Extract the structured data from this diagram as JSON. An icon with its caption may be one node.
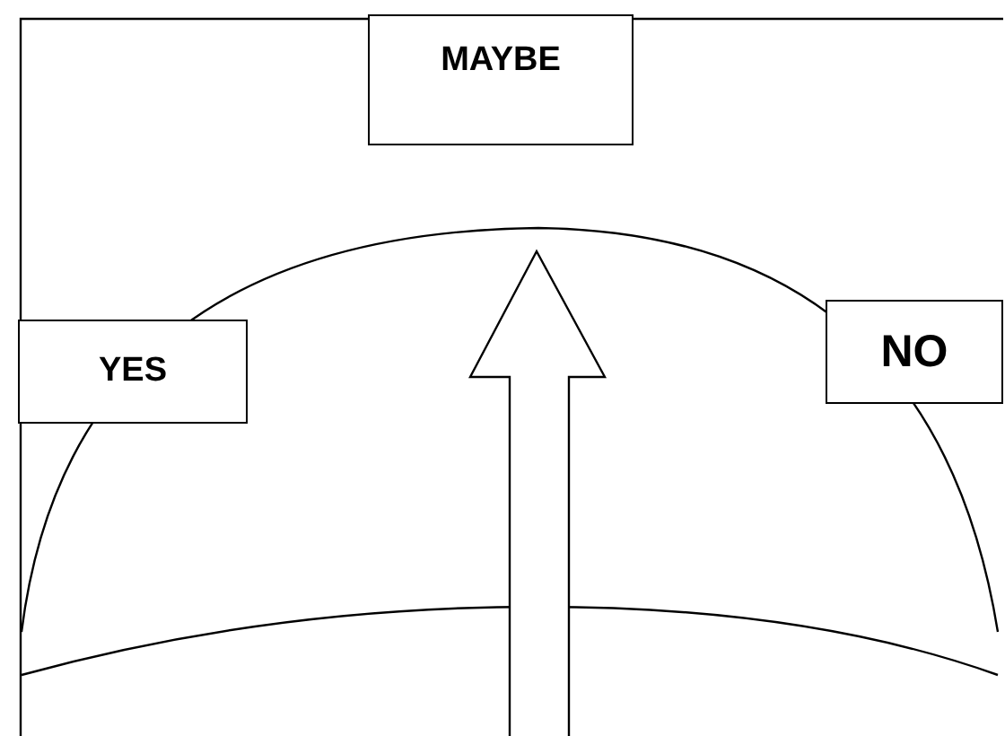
{
  "diagram": {
    "nodes": [
      {
        "text": [
          "MAYBE"
        ]
      },
      {
        "text": [
          "YES"
        ]
      },
      {
        "text": [
          "NO"
        ]
      }
    ]
  }
}
